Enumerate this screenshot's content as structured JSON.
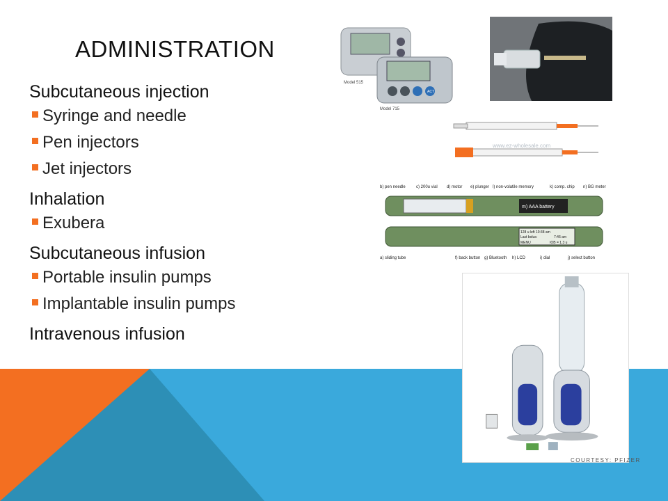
{
  "slide": {
    "title": "ADMINISTRATION",
    "accent_colors": {
      "orange": "#f36f21",
      "blue": "#3aa9dc",
      "teal": "#2d8fb6"
    },
    "sections": [
      {
        "heading": "Subcutaneous injection",
        "items": [
          "Syringe and needle",
          "Pen injectors",
          "Jet injectors"
        ]
      },
      {
        "heading": "Inhalation",
        "items": [
          "Exubera"
        ]
      },
      {
        "heading": "Subcutaneous infusion",
        "items": [
          "Portable insulin pumps",
          "Implantable insulin pumps"
        ]
      },
      {
        "heading": "Intravenous infusion",
        "items": []
      }
    ]
  },
  "images": {
    "pumps": {
      "model_a": "Model 515",
      "model_b": "Model 715",
      "button": "ACT"
    },
    "syringes": {
      "watermark": "www.ez-wholesale.com"
    },
    "diagram": {
      "top_labels": [
        "b) pen needle",
        "c) 200u vial",
        "d) motor",
        "e) plunger",
        "l) non-volatile memory",
        "k) comp. chip",
        "n) BG meter"
      ],
      "battery": "m) AAA battery",
      "bottom_labels": [
        "a) sliding tube",
        "f) back button",
        "g) Bluetooth",
        "h) LCD",
        "i) dial",
        "j) select button"
      ],
      "lcd_line1": "128 u left 10:38 am",
      "lcd_line2a": "Last bolus:",
      "lcd_line2b": "7:46 am",
      "lcd_menu": "MENU",
      "lcd_line3": "IOB = 1.3 u"
    },
    "exubera": {
      "credit": "COURTESY: PFIZER"
    }
  }
}
